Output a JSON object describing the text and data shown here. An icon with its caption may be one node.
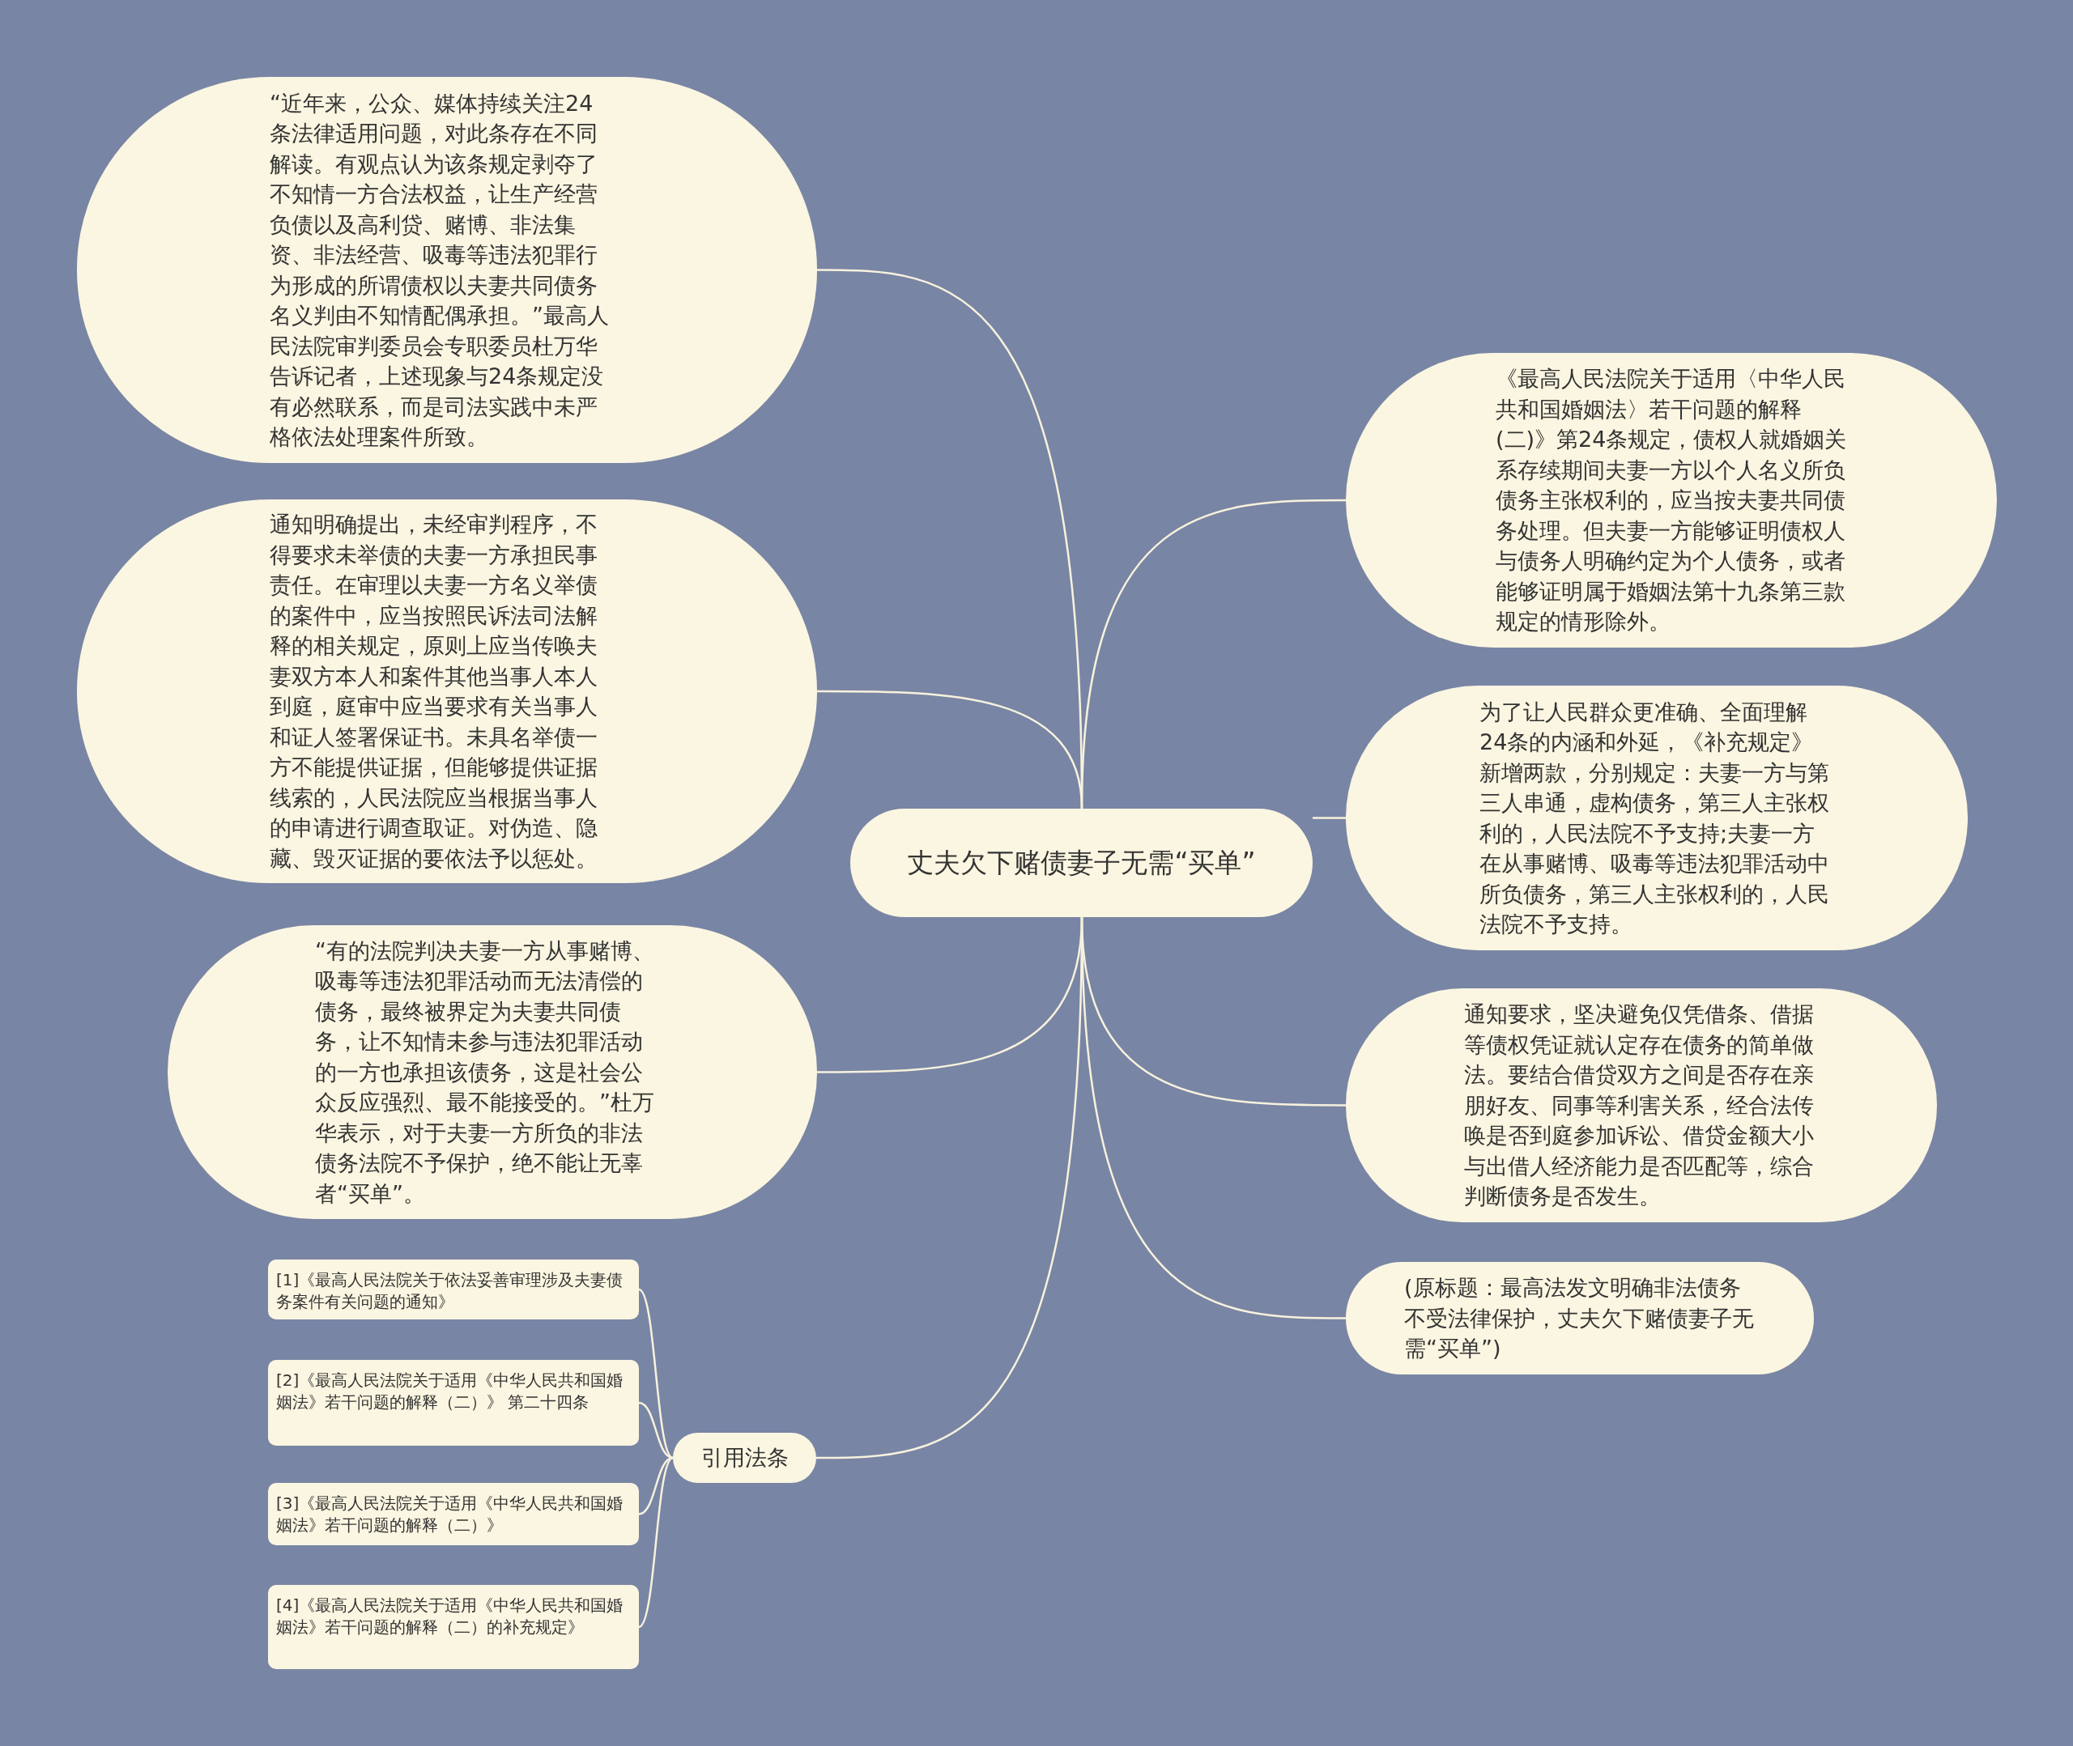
{
  "diagram": {
    "nodes": [
      {
        "text": [
          "丈夫欠下赌债妻子无需“买单”"
        ]
      },
      {
        "text": [
          "“近年来，公众、媒体持续关注24条法律适用问题，对此条存在不同解读。有观点认为该条规定剥夺了不知情一方合法权益，让生产经营负债以及高利贷、赌博、非法集资、非法经营、吸毒等违法犯罪行为形成的所谓债权以夫妻共同债务名义判由不知情配偶承担。”最高人民法院审判委员会专职委员杜万华告诉记者，上述现象与24条规定没有必然联系，而是司法实践中未严格依法处理案件所致。"
        ]
      },
      {
        "text": [
          "通知明确提出，未经审判程序，不得要求未举债的夫妻一方承担民事责任。在审理以夫妻一方名义举债的案件中，应当按照民诉法司法解释的相关规定，原则上应当传唤夫妻双方本人和案件其他当事人本人到庭，庭审中应当要求有关当事人和证人签署保证书。未具名举债一方不能提供证据，但能够提供证据线索的，人民法院应当根据当事人的申请进行调查取证。对伪造、隐藏、毁灭证据的要依法予以惩处。"
        ]
      },
      {
        "text": [
          "“有的法院判决夫妻一方从事赌博、吸毒等违法犯罪活动而无法清偿的债务，最终被界定为夫妻共同债务，让不知情未参与违法犯罪活动的一方也承担该债务，这是社会公众反应强烈、最不能接受的。”杜万华表示，对于夫妻一方所负的非法债务法院不予保护，绝不能让无辜者“买单”。"
        ]
      },
      {
        "text": [
          "《最高人民法院关于适用〈中华人民共和国婚姻法〉若干问题的解释(二)》第24条规定，债权人就婚姻关系存续期间夫妻一方以个人名义所负债务主张权利的，应当按夫妻共同债务处理。但夫妻一方能够证明债权人与债务人明确约定为个人债务，或者能够证明属于婚姻法第十九条第三款规定的情形除外。"
        ]
      },
      {
        "text": [
          "为了让人民群众更准确、全面理解24条的内涵和外延，《补充规定》新增两款，分别规定：夫妻一方与第三人串通，虚构债务，第三人主张权利的，人民法院不予支持;夫妻一方在从事赌博、吸毒等违法犯罪活动中所负债务，第三人主张权利的，人民法院不予支持。"
        ]
      },
      {
        "text": [
          "通知要求，坚决避免仅凭借条、借据等债权凭证就认定存在债务的简单做法。要结合借贷双方之间是否存在亲朋好友、同事等利害关系，经合法传唤是否到庭参加诉讼、借贷金额大小与出借人经济能力是否匹配等，综合判断债务是否发生。"
        ]
      },
      {
        "text": [
          "(原标题：最高法发文明确非法债务不受法律保护，丈夫欠下赌债妻子无需“买单”)"
        ]
      },
      {
        "text": [
          "引用法条"
        ]
      },
      {
        "text": [
          "[1]《最高人民法院关于依法妥善审理涉及夫妻债务案件有关问题的通知》"
        ]
      },
      {
        "text": [
          "[2]《最高人民法院关于适用《中华人民共和国婚姻法》若干问题的解释（二）》 第二十四条"
        ]
      },
      {
        "text": [
          "[3]《最高人民法院关于适用《中华人民共和国婚姻法》若干问题的解释（二）》"
        ]
      },
      {
        "text": [
          "[4]《最高人民法院关于适用《中华人民共和国婚姻法》若干问题的解释（二）的补充规定》"
        ]
      }
    ],
    "edges": [
      {
        "from": 0,
        "to": 1,
        "arrow": "none"
      },
      {
        "from": 0,
        "to": 2,
        "arrow": "none"
      },
      {
        "from": 0,
        "to": 3,
        "arrow": "none"
      },
      {
        "from": 0,
        "to": 4,
        "arrow": "none"
      },
      {
        "from": 0,
        "to": 5,
        "arrow": "none"
      },
      {
        "from": 0,
        "to": 6,
        "arrow": "none"
      },
      {
        "from": 0,
        "to": 7,
        "arrow": "none"
      },
      {
        "from": 0,
        "to": 8,
        "arrow": "none"
      },
      {
        "from": 8,
        "to": 9,
        "arrow": "none"
      },
      {
        "from": 8,
        "to": 10,
        "arrow": "none"
      },
      {
        "from": 8,
        "to": 11,
        "arrow": "none"
      },
      {
        "from": 8,
        "to": 12,
        "arrow": "none"
      }
    ]
  }
}
